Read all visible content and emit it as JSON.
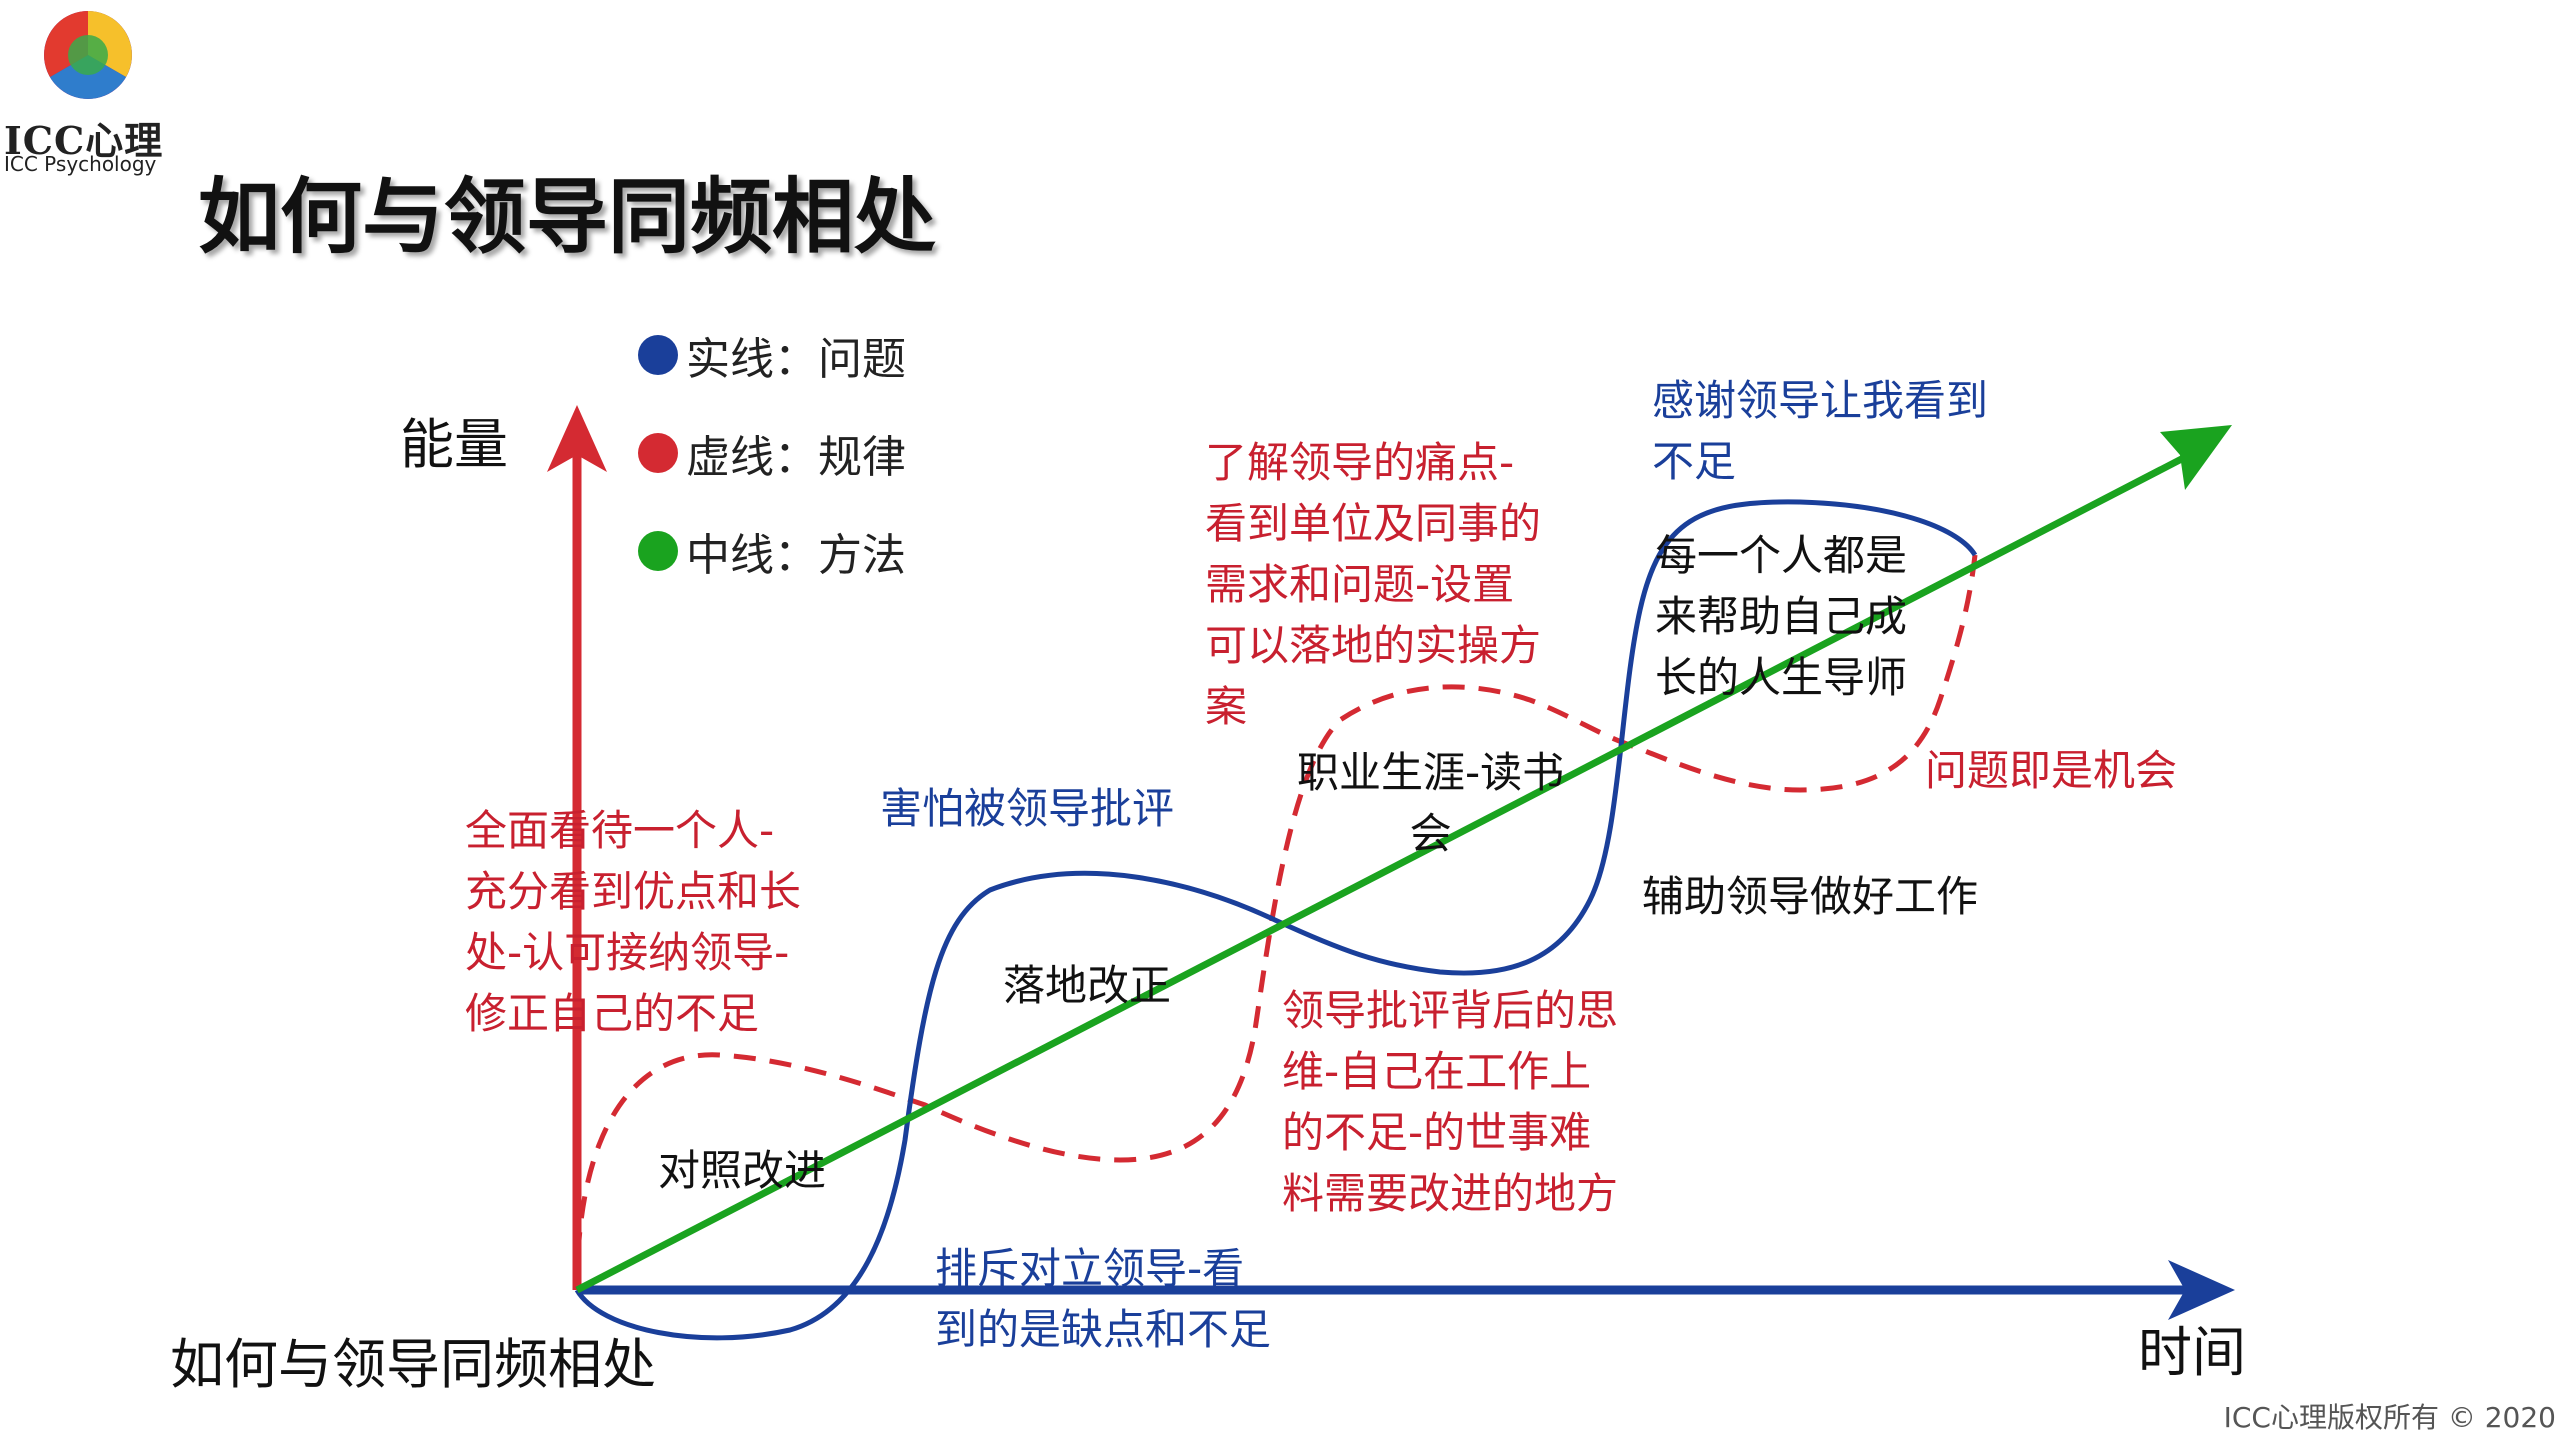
{
  "logo": {
    "name": "ICC心理",
    "subtitle": "ICC Psychology",
    "colors": [
      "#e23a2f",
      "#f6c02b",
      "#2f7dcc",
      "#6a2c8f",
      "#3aaa4a"
    ]
  },
  "title": "如何与领导同频相处",
  "legend": [
    {
      "label": "实线：问题",
      "color": "#1a3f9a"
    },
    {
      "label": "虚线：规律",
      "color": "#d42a32"
    },
    {
      "label": "中线：方法",
      "color": "#1aa31f"
    }
  ],
  "axes": {
    "y_label": "能量",
    "x_label": "时间",
    "origin_label": "如何与领导同频相处",
    "y_color": "#d42a32",
    "x_color": "#1a3f9a",
    "mid_color": "#1aa31f"
  },
  "annotations": {
    "red_1": [
      "全面看待一个人-",
      "充分看到优点和长",
      "处-认可接纳领导-",
      "修正自己的不足"
    ],
    "red_2": [
      "了解领导的痛点-",
      "看到单位及同事的",
      "需求和问题-设置",
      "可以落地的实操方",
      "案"
    ],
    "red_3": [
      "领导批评背后的思",
      "维-自己在工作上",
      "的不足-的世事难",
      "料需要改进的地方"
    ],
    "red_4": [
      "问题即是机会"
    ],
    "blue_1": [
      "排斥对立领导-看",
      "到的是缺点和不足"
    ],
    "blue_2": [
      "害怕被领导批评"
    ],
    "blue_3": [
      "感谢领导让我看到",
      "不足"
    ],
    "black_1": [
      "对照改进"
    ],
    "black_2": [
      "落地改正"
    ],
    "black_3": [
      "职业生涯-读书",
      "会"
    ],
    "black_4": [
      "辅助领导做好工作"
    ],
    "black_5": [
      "每一个人都是",
      "来帮助自己成",
      "长的人生导师"
    ]
  },
  "footer": "ICC心理版权所有 © 2020"
}
